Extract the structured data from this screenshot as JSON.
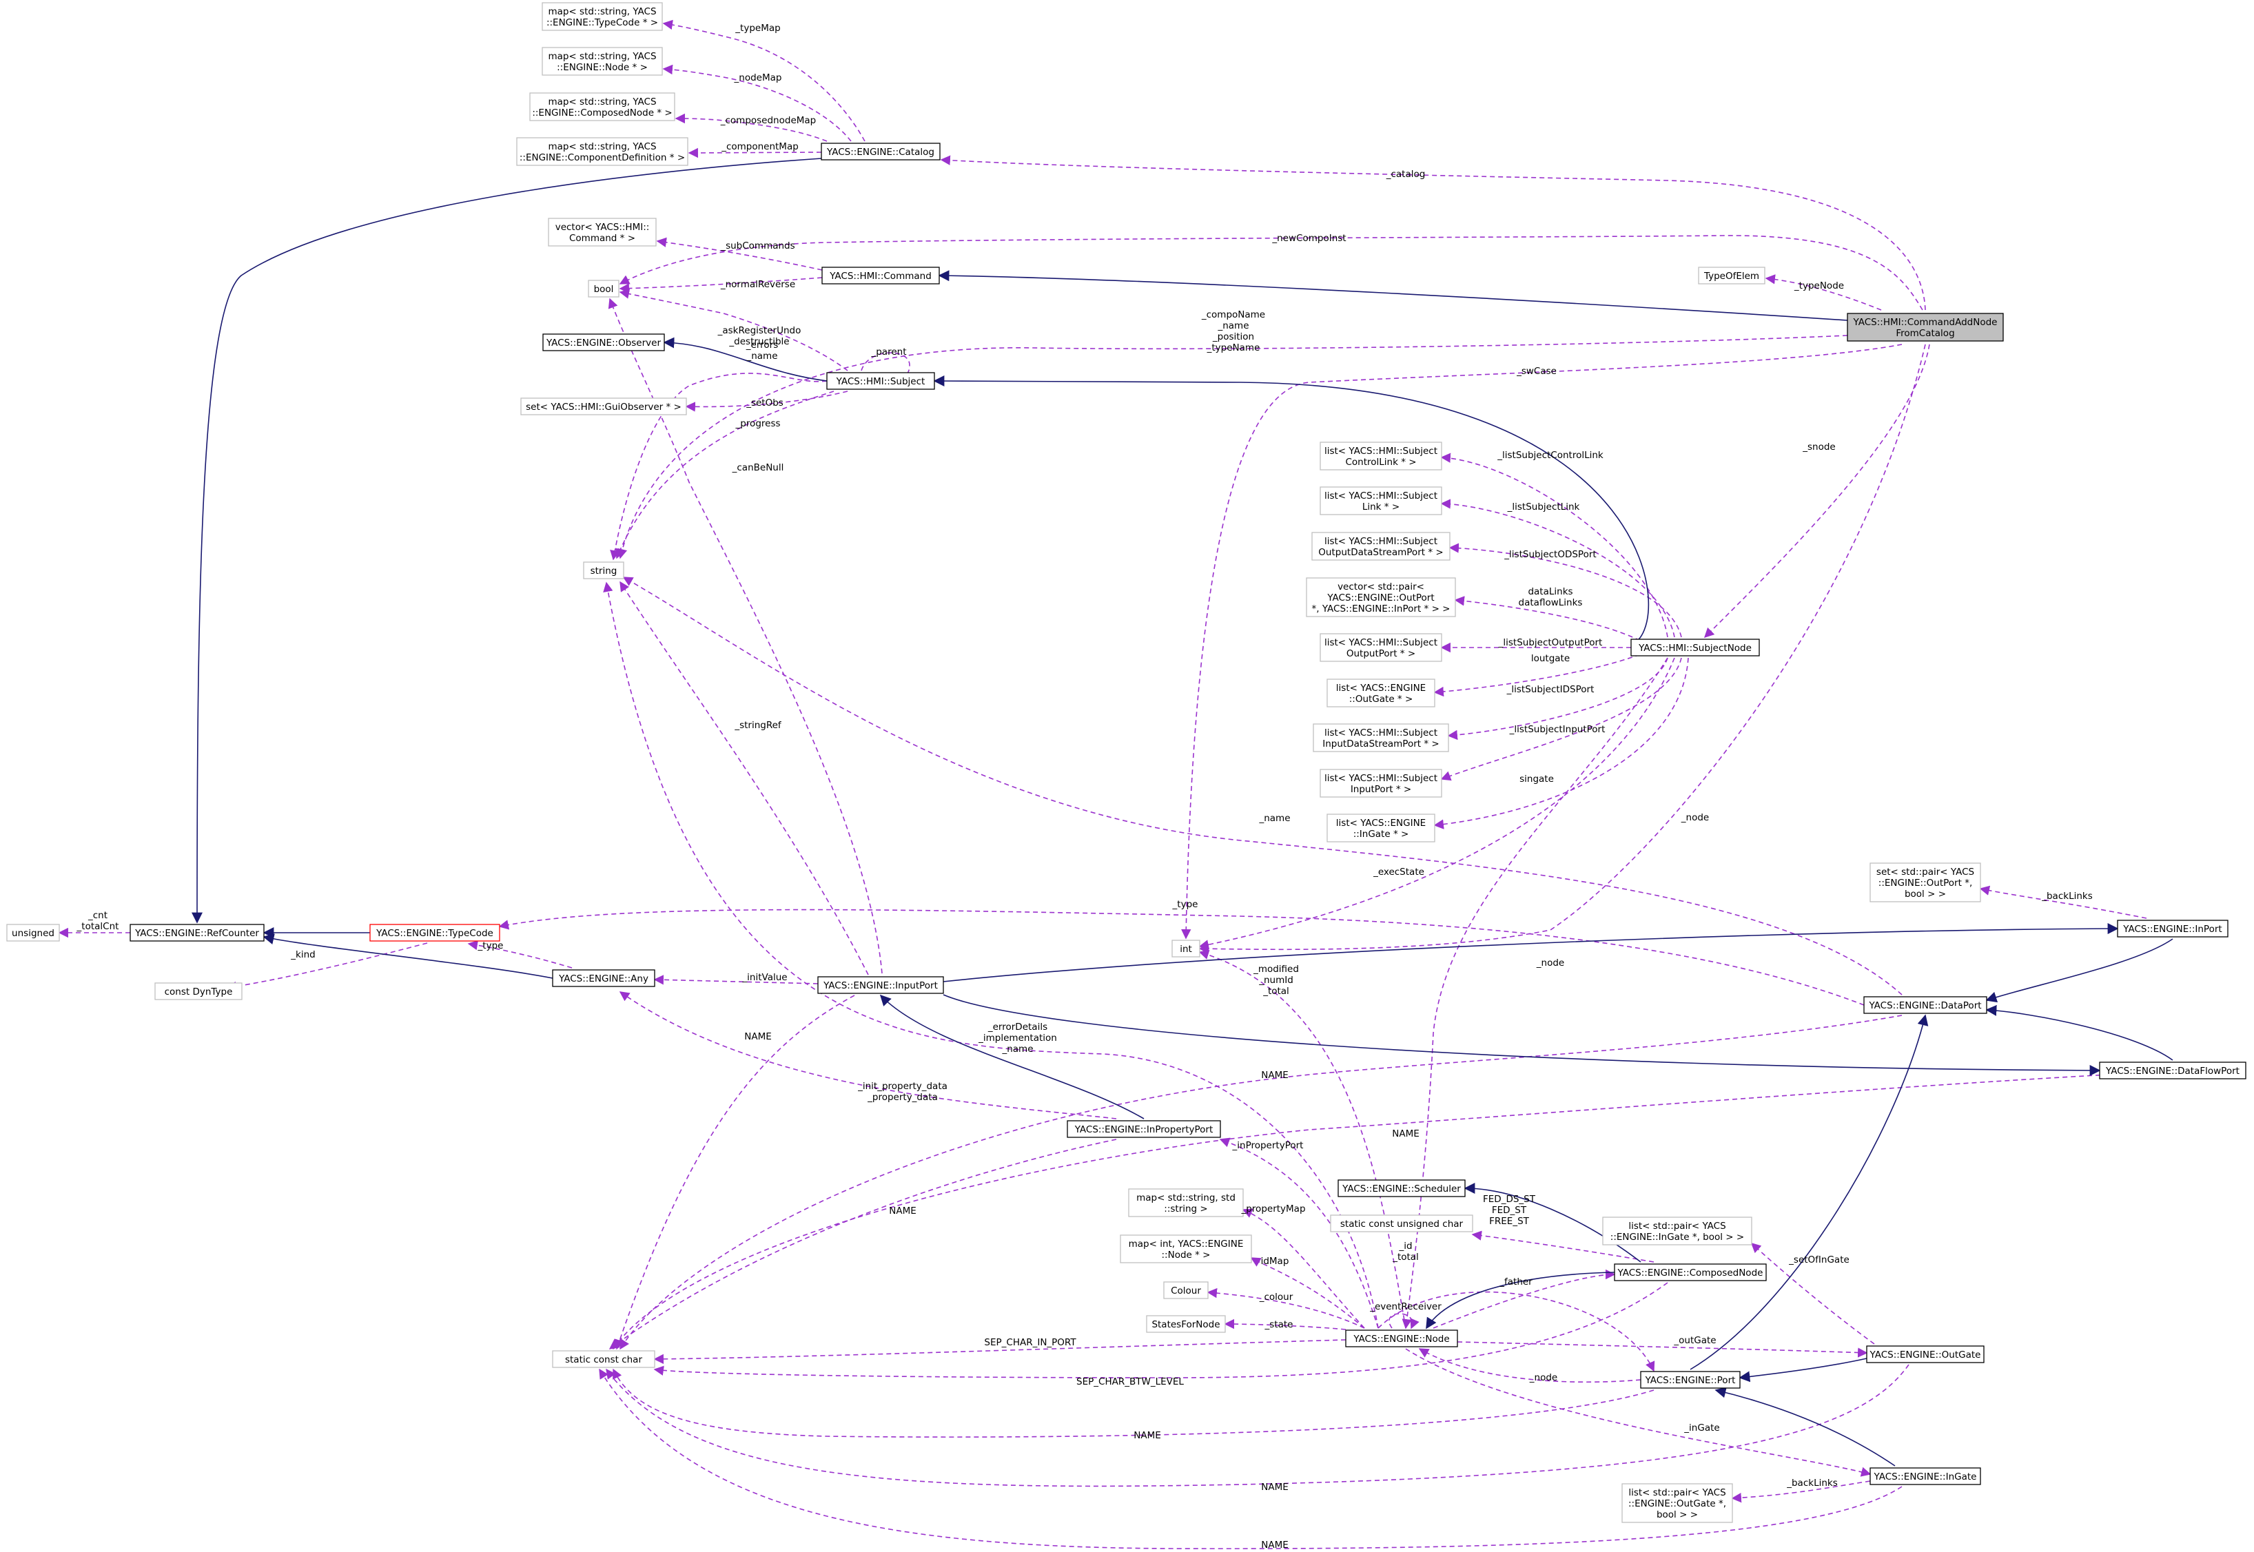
{
  "colors": {
    "inheritance": "#191970",
    "usage": "#9a32cd",
    "highlight_fill": "#bfbfbf",
    "normal_border": "#000000",
    "external_border": "#bfbfbf",
    "incomplete_border": "#ff0000"
  },
  "nodes": {
    "typemap_type": [
      "map< std::string, YACS",
      "::ENGINE::TypeCode * >"
    ],
    "nodemap_type": [
      "map< std::string, YACS",
      "::ENGINE::Node * >"
    ],
    "composednodemap_type": [
      "map< std::string, YACS",
      "::ENGINE::ComposedNode * >"
    ],
    "componentmap_type": [
      "map< std::string, YACS",
      "::ENGINE::ComponentDefinition * >"
    ],
    "catalog": [
      "YACS::ENGINE::Catalog"
    ],
    "command_vector": [
      "vector< YACS::HMI::",
      "Command * >"
    ],
    "bool": [
      "bool"
    ],
    "command": [
      "YACS::HMI::Command"
    ],
    "typeofelem": [
      "TypeOfElem"
    ],
    "commandaddnode": [
      "YACS::HMI::CommandAddNode",
      "FromCatalog"
    ],
    "observer": [
      "YACS::ENGINE::Observer"
    ],
    "subject": [
      "YACS::HMI::Subject"
    ],
    "guiobserver_set": [
      "set< YACS::HMI::GuiObserver * >"
    ],
    "list_controllink": [
      "list< YACS::HMI::Subject",
      "ControlLink * >"
    ],
    "list_link": [
      "list< YACS::HMI::Subject",
      "Link * >"
    ],
    "list_outputds": [
      "list< YACS::HMI::Subject",
      "OutputDataStreamPort * >"
    ],
    "vector_pair": [
      "vector< std::pair<",
      "YACS::ENGINE::OutPort",
      "*, YACS::ENGINE::InPort * > >"
    ],
    "list_outputport": [
      "list< YACS::HMI::Subject",
      "OutputPort * >"
    ],
    "list_outgate": [
      "list< YACS::ENGINE",
      "::OutGate * >"
    ],
    "list_inputds": [
      "list< YACS::HMI::Subject",
      "InputDataStreamPort * >"
    ],
    "list_inputport": [
      "list< YACS::HMI::Subject",
      "InputPort * >"
    ],
    "list_ingate": [
      "list< YACS::ENGINE",
      "::InGate * >"
    ],
    "subjectnode": [
      "YACS::HMI::SubjectNode"
    ],
    "string": [
      "string"
    ],
    "unsigned": [
      "unsigned"
    ],
    "refcounter": [
      "YACS::ENGINE::RefCounter"
    ],
    "typecode": [
      "YACS::ENGINE::TypeCode"
    ],
    "dyntype": [
      "const DynType"
    ],
    "any": [
      "YACS::ENGINE::Any"
    ],
    "inputport": [
      "YACS::ENGINE::InputPort"
    ],
    "int": [
      "int"
    ],
    "set_backlinks": [
      "set< std::pair< YACS",
      "::ENGINE::OutPort *,",
      "bool > >"
    ],
    "inport": [
      "YACS::ENGINE::InPort"
    ],
    "dataport": [
      "YACS::ENGINE::DataPort"
    ],
    "dataflowport": [
      "YACS::ENGINE::DataFlowPort"
    ],
    "inpropertyport": [
      "YACS::ENGINE::InPropertyPort"
    ],
    "scheduler": [
      "YACS::ENGINE::Scheduler"
    ],
    "map_string": [
      "map< std::string, std",
      "::string >"
    ],
    "static_uchar": [
      "static const unsigned char"
    ],
    "map_int": [
      "map< int, YACS::ENGINE",
      "::Node * >"
    ],
    "list_pair_ingate": [
      "list< std::pair< YACS",
      "::ENGINE::InGate *, bool > >"
    ],
    "composednode": [
      "YACS::ENGINE::ComposedNode"
    ],
    "colour": [
      "Colour"
    ],
    "statesfornode": [
      "StatesForNode"
    ],
    "static_char": [
      "static const char"
    ],
    "node": [
      "YACS::ENGINE::Node"
    ],
    "outgate": [
      "YACS::ENGINE::OutGate"
    ],
    "port": [
      "YACS::ENGINE::Port"
    ],
    "ingate": [
      "YACS::ENGINE::InGate"
    ],
    "list_pair_outgate": [
      "list< std::pair< YACS",
      "::ENGINE::OutGate *,",
      "bool > >"
    ]
  },
  "edges": {
    "typemap": [
      "_typeMap"
    ],
    "nodemap": [
      "_nodeMap"
    ],
    "composednodemap": [
      "_composednodeMap"
    ],
    "componentmap": [
      "_componentMap"
    ],
    "catalog": [
      "_catalog"
    ],
    "newcompoinst": [
      "_newCompoInst"
    ],
    "subcommands": [
      "_subCommands"
    ],
    "normalreverse": [
      "_normalReverse"
    ],
    "typenode": [
      "_typeNode"
    ],
    "askregister": [
      "_askRegisterUndo",
      "_destructible"
    ],
    "componame": [
      "_compoName",
      "_name",
      "_position",
      "_typeName"
    ],
    "errors": [
      "_errors",
      "_name"
    ],
    "parent": [
      "_parent"
    ],
    "setobs": [
      "_setObs"
    ],
    "progress": [
      "_progress"
    ],
    "swcase": [
      "_swCase"
    ],
    "snode": [
      "_snode"
    ],
    "canbenull": [
      "_canBeNull"
    ],
    "listcontrollink": [
      "_listSubjectControlLink"
    ],
    "listlink": [
      "_listSubjectLink"
    ],
    "listods": [
      "_listSubjectODSPort"
    ],
    "datalinks": [
      "dataLinks",
      "dataflowLinks"
    ],
    "listoutputport": [
      "_listSubjectOutputPort"
    ],
    "loutgate": [
      "loutgate"
    ],
    "listids": [
      "_listSubjectIDSPort"
    ],
    "listinputport": [
      "_listSubjectInputPort"
    ],
    "singate": [
      "singate"
    ],
    "stringref": [
      "_stringRef"
    ],
    "cnt": [
      "_cnt",
      "_totalCnt"
    ],
    "kind": [
      "_kind"
    ],
    "anytype": [
      "_type"
    ],
    "initvalue": [
      "_initValue"
    ],
    "name_string": [
      "_name"
    ],
    "node_subject": [
      "_node"
    ],
    "execstate": [
      "_execState"
    ],
    "type": [
      "_type"
    ],
    "node_int": [
      "_node"
    ],
    "backlinks_inport": [
      "_backLinks"
    ],
    "modified": [
      "_modified",
      "_numId",
      "_total"
    ],
    "errordetails": [
      "_errorDetails",
      "_implementation",
      "_name"
    ],
    "name_inputport": [
      "NAME"
    ],
    "name_dataport": [
      "NAME"
    ],
    "initproperty": [
      "_init_property_data",
      "_property_data"
    ],
    "name_dataflow": [
      "NAME"
    ],
    "name_inprop": [
      "NAME"
    ],
    "inpropertyport": [
      "_inPropertyPort"
    ],
    "propertymap": [
      "_propertyMap"
    ],
    "fed": [
      "FED_DS_ST",
      "FED_ST",
      "FREE_ST"
    ],
    "id": [
      "_id",
      "_total"
    ],
    "idmap": [
      "idMap"
    ],
    "setofingate": [
      "_setOfInGate"
    ],
    "colour": [
      "_colour"
    ],
    "father": [
      "_father"
    ],
    "eventreceiver": [
      "_eventReceiver"
    ],
    "state": [
      "_state"
    ],
    "sep_in_port": [
      "SEP_CHAR_IN_PORT"
    ],
    "outgate": [
      "_outGate"
    ],
    "sep_btw": [
      "SEP_CHAR_BTW_LEVEL"
    ],
    "node_port": [
      "_node"
    ],
    "name_port": [
      "NAME"
    ],
    "ingate": [
      "_inGate"
    ],
    "name_outgate": [
      "NAME"
    ],
    "backlinks_ingate": [
      "_backLinks"
    ],
    "name_ingate": [
      "NAME"
    ]
  }
}
